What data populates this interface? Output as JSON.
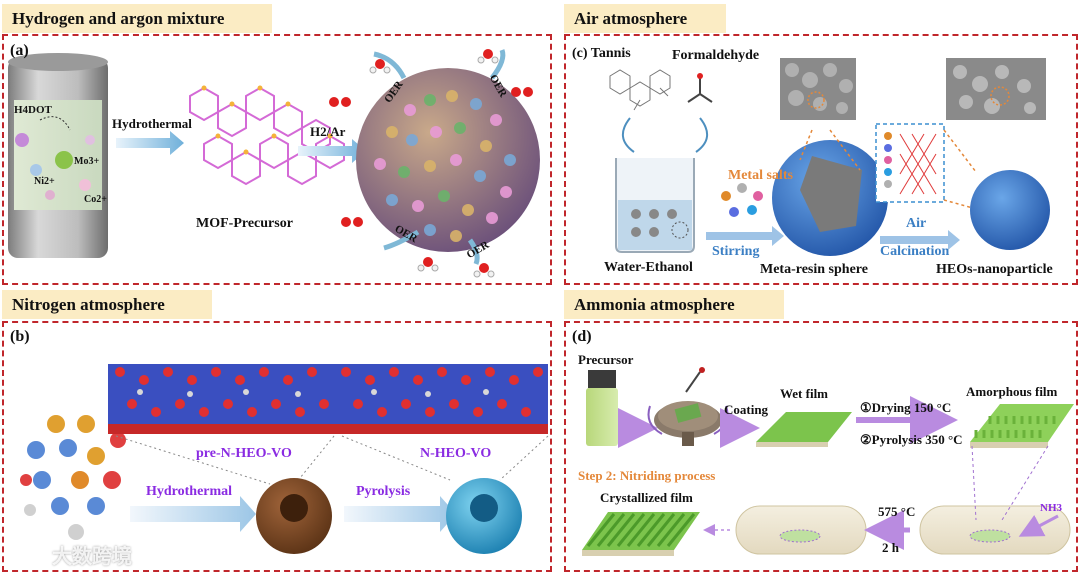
{
  "headers": {
    "top_left": "Hydrogen and argon mixture",
    "top_right": "Air atmosphere",
    "bottom_left": "Nitrogen atmosphere",
    "bottom_right": "Ammonia atmosphere"
  },
  "panel_a": {
    "label": "(a)",
    "ligand": "H4DOT",
    "ion_mo": "Mo3+",
    "ion_ni": "Ni2+",
    "ion_co": "Co2+",
    "step1": "Hydrothermal",
    "precursor": "MOF-Precursor",
    "step2": "H2/Ar",
    "oer": "OER"
  },
  "panel_b": {
    "label": "(b)",
    "pre_product": "pre-N-HEO-VO",
    "product": "N-HEO-VO",
    "step1": "Hydrothermal",
    "step2": "Pyrolysis"
  },
  "panel_c": {
    "label": "(c) Tannis",
    "formaldehyde": "Formaldehyde",
    "metal_salts": "Metal salts",
    "stirring": "Stirring",
    "solvent": "Water-Ethanol",
    "sphere": "Meta-resin sphere",
    "air": "Air",
    "calcination": "Calcination",
    "product": "HEOs-nanoparticle"
  },
  "panel_d": {
    "label": "(d)",
    "precursor": "Precursor",
    "coating": "Coating",
    "wet_film": "Wet film",
    "drying": "①Drying 150 °C",
    "pyrolysis": "②Pyrolysis 350 °C",
    "amorphous": "Amorphous film",
    "step2": "Step 2: Nitriding process",
    "crystallized": "Crystallized film",
    "temp": "575 °C",
    "time": "2 h",
    "gas": "NH3"
  },
  "watermark": "大数跨境",
  "colors": {
    "header_bg": "#fbecc4",
    "panel_border": "#c0262b",
    "accent_orange": "#e4883a",
    "accent_blue": "#3b7fc4",
    "accent_purple": "#8a2be2"
  }
}
